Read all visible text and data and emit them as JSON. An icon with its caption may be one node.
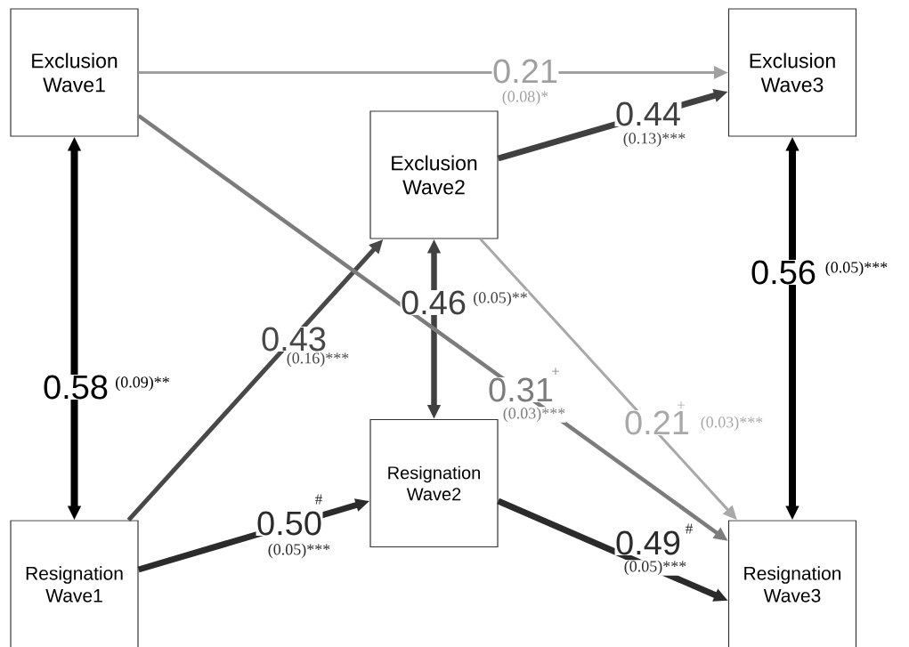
{
  "diagram": {
    "nodes": [
      {
        "text": [
          "Exclusion Wave1"
        ]
      },
      {
        "text": [
          "Exclusion Wave3"
        ]
      },
      {
        "text": [
          "Exclusion Wave2"
        ]
      },
      {
        "text": [
          "Resignation Wave2"
        ]
      },
      {
        "text": [
          "Resignation Wave1"
        ]
      },
      {
        "text": [
          "Resignation Wave3"
        ]
      }
    ],
    "edges": [
      {
        "from": 0,
        "to": 1,
        "arrow": "to",
        "label": "0.21",
        "color": "#a0a0a0"
      },
      {
        "from": 2,
        "to": 1,
        "arrow": "to",
        "label": "0.44",
        "color": "#404040"
      },
      {
        "from": 0,
        "to": 4,
        "arrow": "both",
        "label": "0.58",
        "color": "#000000"
      },
      {
        "from": 1,
        "to": 5,
        "arrow": "both",
        "label": "0.56",
        "color": "#000000"
      },
      {
        "from": 4,
        "to": 2,
        "arrow": "to",
        "label": "0.43",
        "color": "#484848"
      },
      {
        "from": 2,
        "to": 3,
        "arrow": "both",
        "label": "0.46",
        "color": "#404040"
      },
      {
        "from": 0,
        "to": 5,
        "arrow": "to",
        "label": "0.31",
        "color": "#7c7c7c"
      },
      {
        "from": 2,
        "to": 5,
        "arrow": "to",
        "label": "0.21",
        "color": "#a8a8a8"
      },
      {
        "from": 4,
        "to": 3,
        "arrow": "to",
        "label": "0.50",
        "color": "#2b2b2b"
      },
      {
        "from": 3,
        "to": 5,
        "arrow": "to",
        "label": "0.49",
        "color": "#2b2b2b"
      }
    ],
    "labels": [
      "(0.08)*",
      "(0.13)***",
      "(0.09)**",
      "(0.05)***",
      "(0.16)***",
      "(0.05)**",
      "+",
      "(0.03)***",
      "+",
      "(0.03)***",
      "#",
      "(0.05)***",
      "#",
      "(0.05)***"
    ]
  }
}
